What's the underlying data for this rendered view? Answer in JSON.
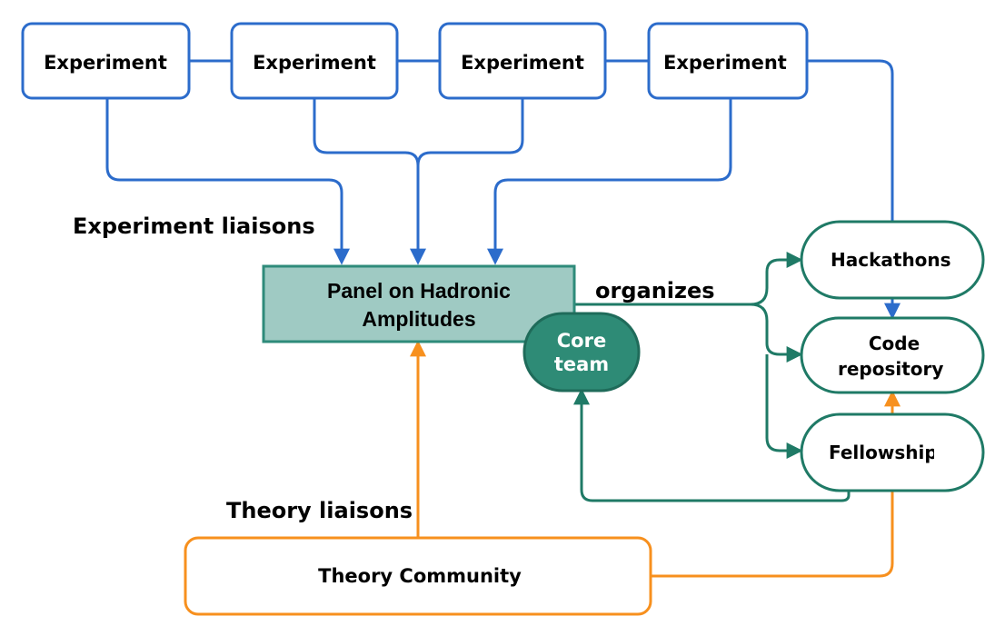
{
  "colors": {
    "blue": "#2c6ccb",
    "green": "#1f7a66",
    "orange": "#f7901e",
    "panel_fill": "#9fcac3",
    "panel_stroke": "#2e8b7a",
    "core_fill": "#2e8b76",
    "core_stroke": "#1f6b5a"
  },
  "experiments": [
    "Experiment",
    "Experiment",
    "Experiment",
    "Experiment"
  ],
  "panel": {
    "line1": "Panel on Hadronic",
    "line2": "Amplitudes"
  },
  "core": {
    "line1": "Core",
    "line2": "team"
  },
  "outputs": {
    "hackathons": "Hackathons",
    "code_line1": "Code",
    "code_line2": "repository",
    "fellowships": "Fellowships"
  },
  "theory": "Theory Community",
  "labels": {
    "experiment_liaisons": "Experiment liaisons",
    "theory_liaisons": "Theory liaisons",
    "organizes": "organizes"
  }
}
